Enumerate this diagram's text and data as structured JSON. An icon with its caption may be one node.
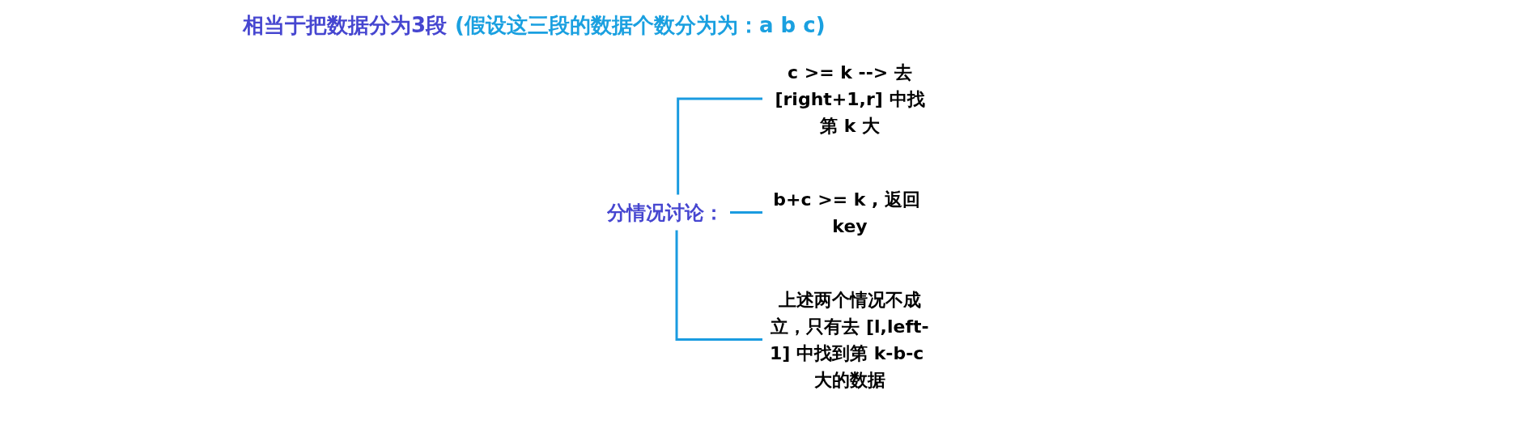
{
  "diagram": {
    "title": "相当于把数据分为3段",
    "nodes": [
      {
        "text": [
          "分情况讨论："
        ]
      },
      {
        "text": [
          "c >= k --> 去[right+1,r] 中找第 k 大"
        ]
      },
      {
        "text": [
          "b+c >= k , 返回 key"
        ]
      },
      {
        "text": [
          "上述两个情况不成立，只有去 [l,left-1] 中找到第 k-b-c 大的数据"
        ]
      }
    ],
    "edges": [
      {
        "from": 0,
        "to": 1,
        "arrow": "none"
      },
      {
        "from": 0,
        "to": 2,
        "arrow": "none"
      },
      {
        "from": 0,
        "to": 3,
        "arrow": "none"
      }
    ],
    "labels": [
      "(假设这三段的数据个数分为为：a b c)"
    ]
  }
}
